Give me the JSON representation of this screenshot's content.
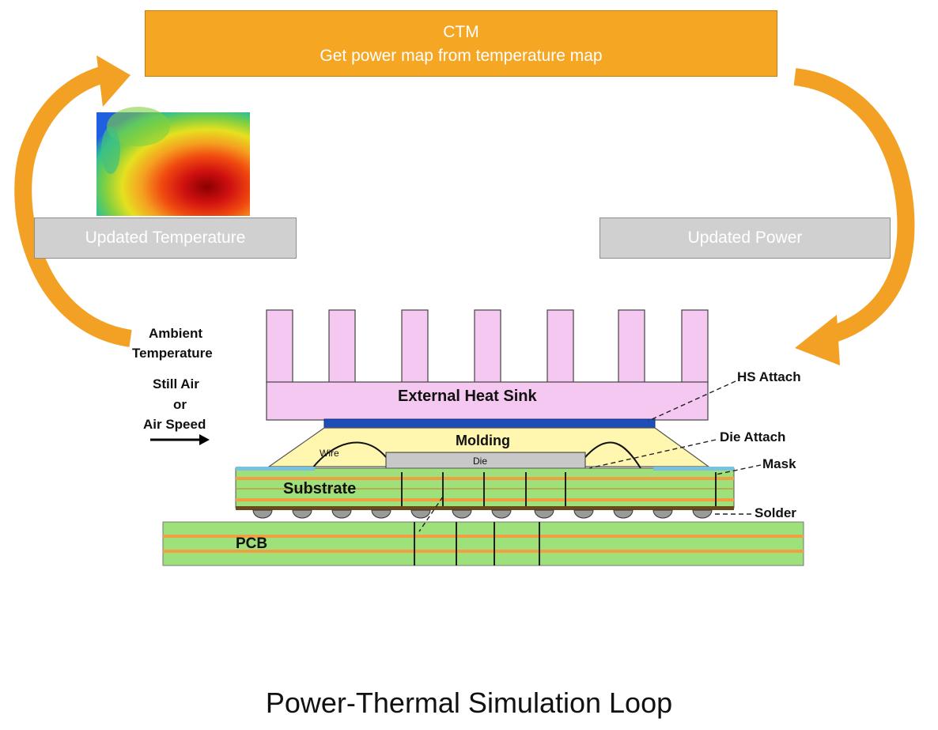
{
  "ctm": {
    "line1": "CTM",
    "line2": "Get power map from temperature map"
  },
  "updated_temperature": "Updated Temperature",
  "updated_power": "Updated Power",
  "ambient": {
    "line1": "Ambient",
    "line2": "Temperature"
  },
  "air": {
    "line1": "Still Air",
    "line2": "or",
    "line3": "Air Speed"
  },
  "stack_labels": {
    "external_heat_sink": "External Heat Sink",
    "molding": "Molding",
    "wire": "Wire",
    "die": "Die",
    "substrate": "Substrate",
    "pcb": "PCB"
  },
  "callouts": {
    "hs_attach": "HS Attach",
    "die_attach": "Die Attach",
    "mask": "Mask",
    "solder": "Solder"
  },
  "caption": "Power-Thermal Simulation Loop",
  "colors": {
    "arrow_orange": "#f5a623",
    "heat_sink_pink": "#f5c8f2",
    "molding_yellow": "#fff6b0",
    "substrate_green": "#9ee07a",
    "trace_orange": "#f0a040",
    "hs_attach_blue": "#1e4fb8"
  }
}
